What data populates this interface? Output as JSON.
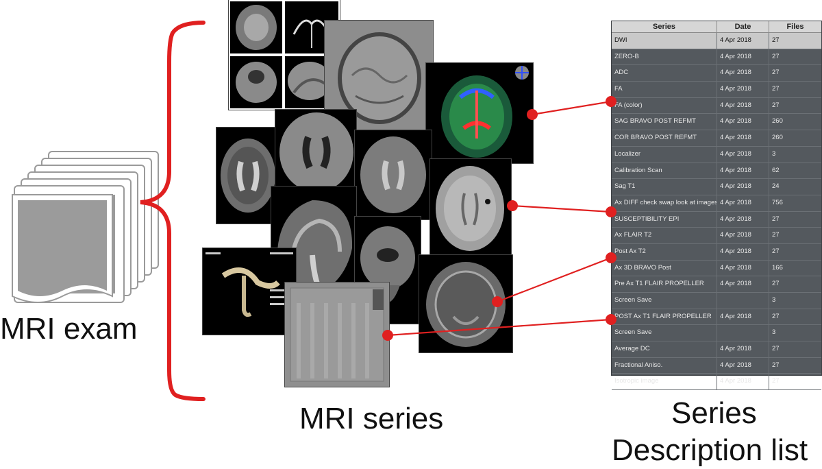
{
  "exam": {
    "label": "MRI exam"
  },
  "series_caption": "MRI series",
  "table_caption": {
    "line1": "Series",
    "line2": "Description list"
  },
  "colors": {
    "accent": "#e02020",
    "table_bg": "#54595e",
    "header_bg": "#d6d6d6"
  },
  "table": {
    "columns": [
      "Series",
      "Date",
      "Files"
    ],
    "rows": [
      {
        "series": "DWI",
        "date": "4 Apr 2018",
        "files": "27"
      },
      {
        "series": "ZERO-B",
        "date": "4 Apr 2018",
        "files": "27"
      },
      {
        "series": "ADC",
        "date": "4 Apr 2018",
        "files": "27"
      },
      {
        "series": "FA",
        "date": "4 Apr 2018",
        "files": "27"
      },
      {
        "series": "FA (color)",
        "date": "4 Apr 2018",
        "files": "27"
      },
      {
        "series": "SAG BRAVO POST REFMT",
        "date": "4 Apr 2018",
        "files": "260"
      },
      {
        "series": "COR BRAVO POST REFMT",
        "date": "4 Apr 2018",
        "files": "260"
      },
      {
        "series": "Localizer",
        "date": "4 Apr 2018",
        "files": "3"
      },
      {
        "series": "Calibration Scan",
        "date": "4 Apr 2018",
        "files": "62"
      },
      {
        "series": "Sag T1",
        "date": "4 Apr 2018",
        "files": "24"
      },
      {
        "series": "Ax DIFF check swap look at images",
        "date": "4 Apr 2018",
        "files": "756"
      },
      {
        "series": "SUSCEPTIBILITY EPI",
        "date": "4 Apr 2018",
        "files": "27"
      },
      {
        "series": "Ax FLAIR T2",
        "date": "4 Apr 2018",
        "files": "27"
      },
      {
        "series": "Post Ax T2",
        "date": "4 Apr 2018",
        "files": "27"
      },
      {
        "series": "Ax 3D BRAVO Post",
        "date": "4 Apr 2018",
        "files": "166"
      },
      {
        "series": "Pre Ax T1 FLAIR PROPELLER",
        "date": "4 Apr 2018",
        "files": "27"
      },
      {
        "series": "Screen Save",
        "date": "",
        "files": "3"
      },
      {
        "series": "POST Ax T1 FLAIR PROPELLER",
        "date": "4 Apr 2018",
        "files": "27"
      },
      {
        "series": "Screen Save",
        "date": "",
        "files": "3"
      },
      {
        "series": "Average DC",
        "date": "4 Apr 2018",
        "files": "27"
      },
      {
        "series": "Fractional Aniso.",
        "date": "4 Apr 2018",
        "files": "27"
      },
      {
        "series": "Isotropic image",
        "date": "4 Apr 2018",
        "files": "27"
      }
    ]
  }
}
